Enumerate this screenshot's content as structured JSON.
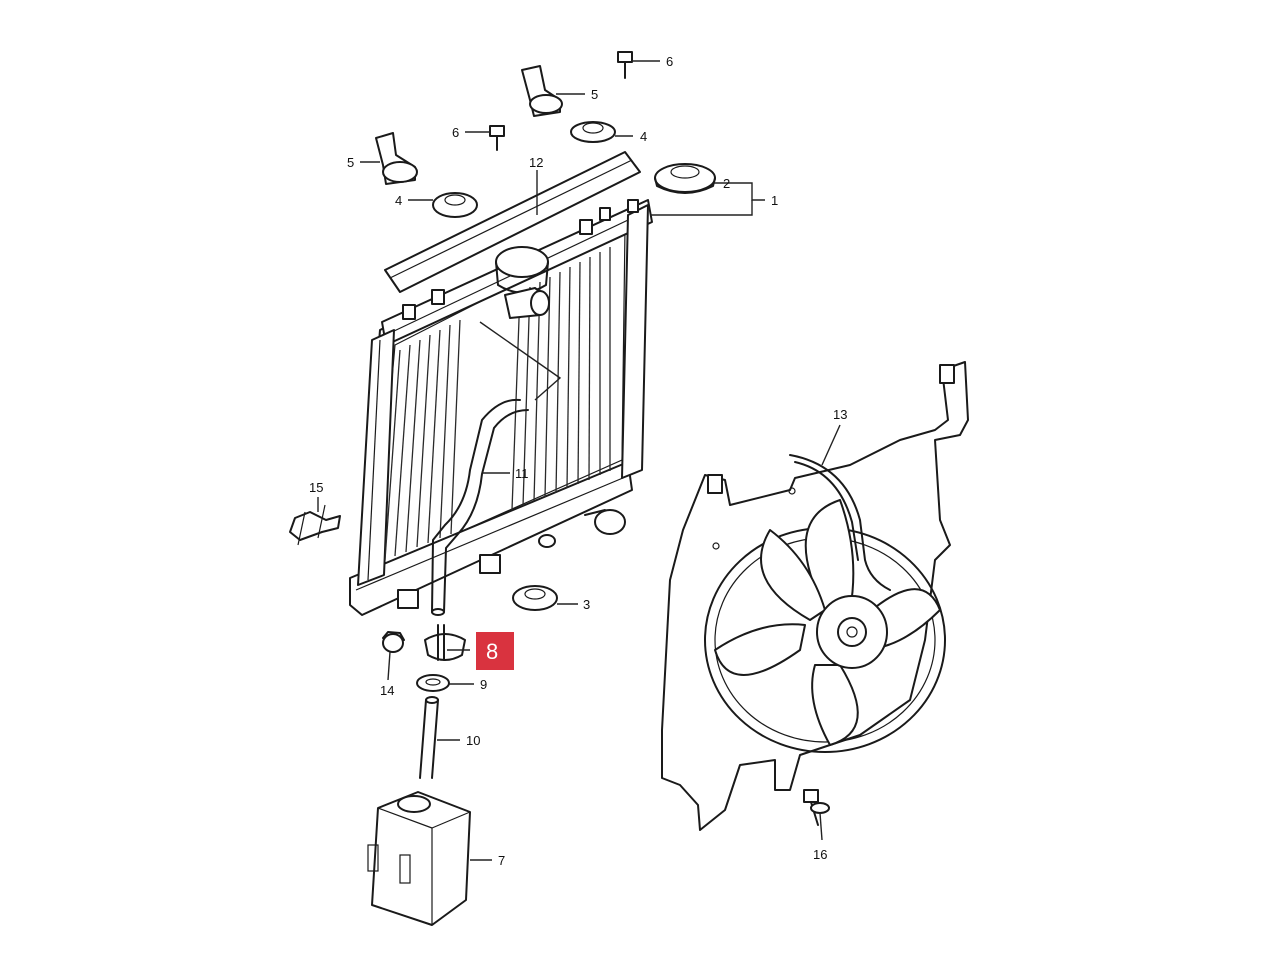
{
  "diagram": {
    "highlighted_part": "8",
    "highlight_color": "#d9333f",
    "line_color": "#1a1a1a",
    "callouts": [
      {
        "id": "c1",
        "label": "1"
      },
      {
        "id": "c2",
        "label": "2"
      },
      {
        "id": "c3",
        "label": "3"
      },
      {
        "id": "c4a",
        "label": "4"
      },
      {
        "id": "c4b",
        "label": "4"
      },
      {
        "id": "c5a",
        "label": "5"
      },
      {
        "id": "c5b",
        "label": "5"
      },
      {
        "id": "c6a",
        "label": "6"
      },
      {
        "id": "c6b",
        "label": "6"
      },
      {
        "id": "c7",
        "label": "7"
      },
      {
        "id": "c8",
        "label": "8"
      },
      {
        "id": "c9",
        "label": "9"
      },
      {
        "id": "c10",
        "label": "10"
      },
      {
        "id": "c11",
        "label": "11"
      },
      {
        "id": "c12",
        "label": "12"
      },
      {
        "id": "c13",
        "label": "13"
      },
      {
        "id": "c14",
        "label": "14"
      },
      {
        "id": "c15",
        "label": "15"
      },
      {
        "id": "c16",
        "label": "16"
      }
    ]
  }
}
